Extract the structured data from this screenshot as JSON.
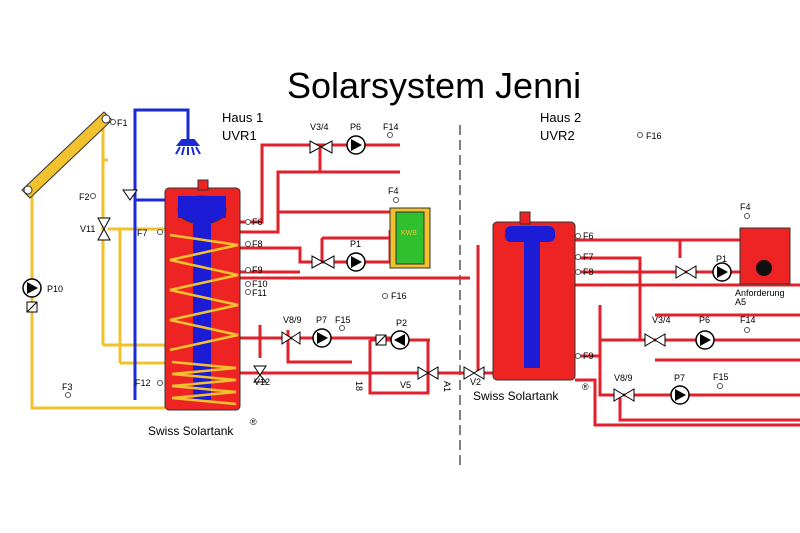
{
  "title": "Solarsystem Jenni",
  "house1": {
    "name": "Haus 1",
    "controller": "UVR1"
  },
  "house2": {
    "name": "Haus 2",
    "controller": "UVR2"
  },
  "brand": "Swiss Solartank",
  "brand_mark": "®",
  "kwb": "KWB",
  "request": {
    "line1": "Anforderung",
    "line2": "A5"
  },
  "sensors": {
    "h1_f1": "F1",
    "h1_f2": "F2",
    "h1_f3": "F3",
    "h1_f4": "F4",
    "h1_f6": "F6",
    "h1_f7": "F7",
    "h1_f8": "F8",
    "h1_f9": "F9",
    "h1_f10": "F10",
    "h1_f11": "F11",
    "h1_f12": "F12",
    "h1_f14": "F14",
    "h1_f15": "F15",
    "h1_f16": "F16",
    "h2_f4": "F4",
    "h2_f6": "F6",
    "h2_f7": "F7",
    "h2_f8": "F8",
    "h2_f9": "F9",
    "h2_f14": "F14",
    "h2_f15": "F15",
    "h2_f16": "F16"
  },
  "pumps": {
    "p10": "P10",
    "p6_h1": "P6",
    "p1_h1": "P1",
    "p7_h1": "P7",
    "p2": "P2",
    "p1_h2": "P1",
    "p6_h2": "P6",
    "p7_h2": "P7"
  },
  "valves": {
    "v11": "V11",
    "v34_h1": "V3/4",
    "v89_h1": "V8/9",
    "v12": "V12",
    "v5": "V5",
    "v2": "V2",
    "v34_h2": "V3/4",
    "v89_h2": "V8/9"
  },
  "flow_labels": {
    "a": "18",
    "b": "A1"
  },
  "colors": {
    "pipe": "#e0202a",
    "solar": "#f2c12e",
    "cold": "#1a2ad6",
    "tank": "#ee2424",
    "core": "#1c1cd6",
    "kwb": "#2fbf2f",
    "coil": "#f2c12e"
  }
}
